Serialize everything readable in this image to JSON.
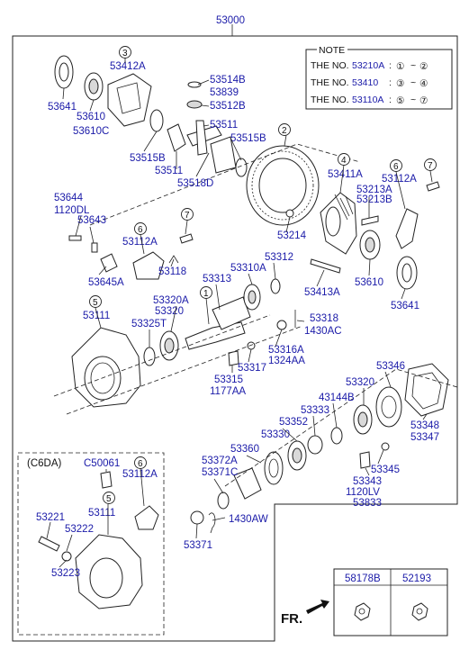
{
  "main_number": "53000",
  "note": {
    "title": "NOTE",
    "rows": [
      {
        "prefix": "THE NO.",
        "num": "53210A",
        "range_from": "①",
        "sep": "~",
        "range_to": "②"
      },
      {
        "prefix": "THE NO.",
        "num": "53410",
        "range_from": "③",
        "sep": "~",
        "range_to": "④"
      },
      {
        "prefix": "THE NO.",
        "num": "53110A",
        "range_from": "⑤",
        "sep": "~",
        "range_to": "⑦"
      }
    ]
  },
  "labels": {
    "l53641a": "53641",
    "l53412a": "53412A",
    "l53610": "53610",
    "l53610c": "53610C",
    "l53514b": "53514B",
    "l53839": "53839",
    "l53512b": "53512B",
    "l53511a": "53511",
    "l53515b_a": "53515B",
    "l53515b_b": "53515B",
    "l53511b": "53511",
    "l53518d": "53518D",
    "l53411a": "53411A",
    "l53112a_r": "53112A",
    "l53213a": "53213A",
    "l53213b": "53213B",
    "l53644": "53644",
    "l1120dl": "1120DL",
    "l53643": "53643",
    "l53645a": "53645A",
    "l53112a_m": "53112A",
    "l53118": "53118",
    "l53214": "53214",
    "l53313": "53313",
    "l53310a": "53310A",
    "l53312": "53312",
    "l53413a": "53413A",
    "l53610b": "53610",
    "l53641b": "53641",
    "l53111": "53111",
    "l53320a": "53320A",
    "l53320": "53320",
    "l53325t": "53325T",
    "l53318": "53318",
    "l1430ac": "1430AC",
    "l53316a": "53316A",
    "l1324aa": "1324AA",
    "l53317": "53317",
    "l53315": "53315",
    "l1177aa": "1177AA",
    "l53346": "53346",
    "l53320b": "53320",
    "l43144b": "43144B",
    "l53333": "53333",
    "l53352": "53352",
    "l53330": "53330",
    "l53360": "53360",
    "l53372a": "53372A",
    "l53371c": "53371C",
    "l53348": "53348",
    "l53347": "53347",
    "l53345": "53345",
    "l53343": "53343",
    "l1120lv": "1120LV",
    "l53833": "53833",
    "l1430aw": "1430AW",
    "l53371": "53371",
    "l_c6da": "(C6DA)",
    "l_c50061": "C50061",
    "l53112a_c": "53112A",
    "l53111_c": "53111",
    "l53221": "53221",
    "l53222": "53222",
    "l53223": "53223"
  },
  "callouts": [
    "1",
    "2",
    "3",
    "4",
    "5",
    "6",
    "7"
  ],
  "fr_label": "FR.",
  "parts_table": {
    "headers": [
      "58178B",
      "52193"
    ]
  }
}
